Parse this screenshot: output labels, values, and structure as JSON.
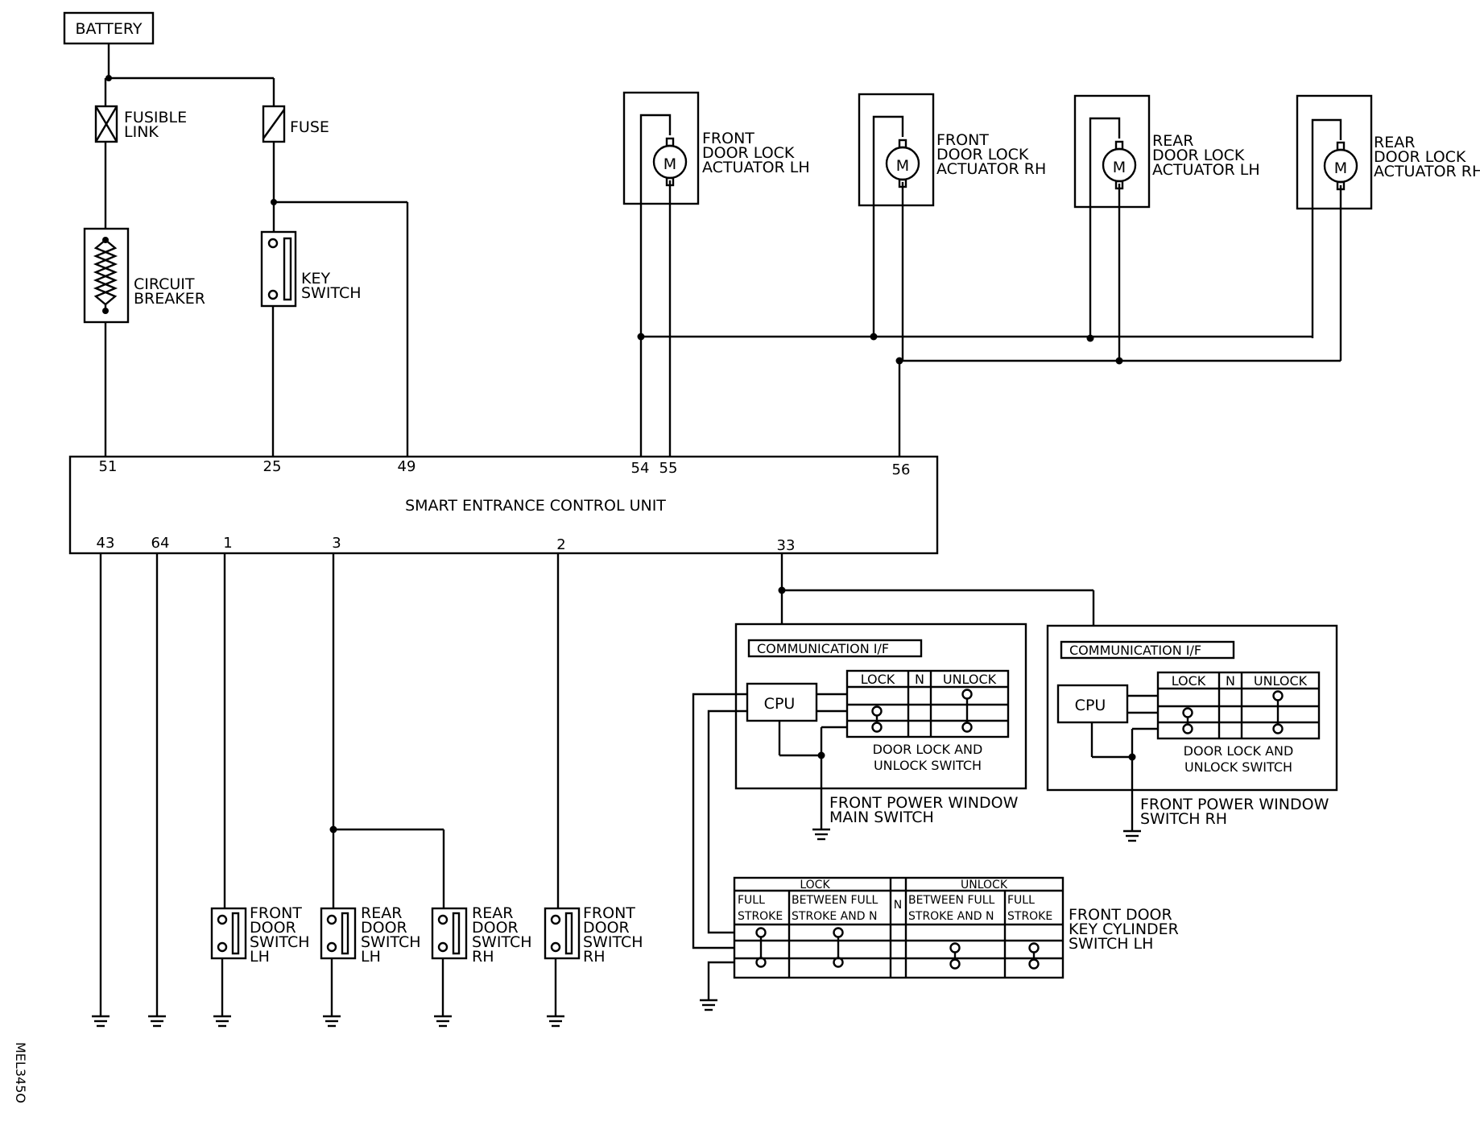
{
  "battery": "BATTERY",
  "fusible_link": [
    "FUSIBLE",
    "LINK"
  ],
  "fuse": "FUSE",
  "circuit_breaker": [
    "CIRCUIT",
    "BREAKER"
  ],
  "key_switch": [
    "KEY",
    "SWITCH"
  ],
  "actuators": [
    {
      "lines": [
        "FRONT",
        "DOOR LOCK",
        "ACTUATOR LH"
      ]
    },
    {
      "lines": [
        "FRONT",
        "DOOR LOCK",
        "ACTUATOR RH"
      ]
    },
    {
      "lines": [
        "REAR",
        "DOOR LOCK",
        "ACTUATOR LH"
      ]
    },
    {
      "lines": [
        "REAR",
        "DOOR LOCK",
        "ACTUATOR RH"
      ]
    }
  ],
  "motor_symbol": "M",
  "control_unit": {
    "title": "SMART ENTRANCE CONTROL UNIT",
    "top_pins": [
      "51",
      "25",
      "49",
      "54",
      "55",
      "56"
    ],
    "bottom_pins": [
      "43",
      "64",
      "1",
      "3",
      "2",
      "33"
    ]
  },
  "door_switches": [
    {
      "lines": [
        "FRONT",
        "DOOR",
        "SWITCH",
        "LH"
      ]
    },
    {
      "lines": [
        "REAR",
        "DOOR",
        "SWITCH",
        "LH"
      ]
    },
    {
      "lines": [
        "REAR",
        "DOOR",
        "SWITCH",
        "RH"
      ]
    },
    {
      "lines": [
        "FRONT",
        "DOOR",
        "SWITCH",
        "RH"
      ]
    }
  ],
  "power_window_main": {
    "comm": "COMMUNICATION I/F",
    "cpu": "CPU",
    "headers": [
      "LOCK",
      "N",
      "UNLOCK"
    ],
    "switch_label": [
      "DOOR LOCK AND",
      "UNLOCK SWITCH"
    ],
    "name": [
      "FRONT POWER WINDOW",
      "MAIN SWITCH"
    ]
  },
  "power_window_rh": {
    "comm": "COMMUNICATION I/F",
    "cpu": "CPU",
    "headers": [
      "LOCK",
      "N",
      "UNLOCK"
    ],
    "switch_label": [
      "DOOR LOCK AND",
      "UNLOCK SWITCH"
    ],
    "name": [
      "FRONT POWER WINDOW",
      "SWITCH RH"
    ]
  },
  "key_cylinder": {
    "lock": "LOCK",
    "unlock": "UNLOCK",
    "n": "N",
    "full_stroke": [
      "FULL",
      "STROKE"
    ],
    "between": [
      "BETWEEN FULL",
      "STROKE AND N"
    ],
    "name": [
      "FRONT DOOR",
      "KEY CYLINDER",
      "SWITCH LH"
    ]
  },
  "figure_code": "MEL345O"
}
